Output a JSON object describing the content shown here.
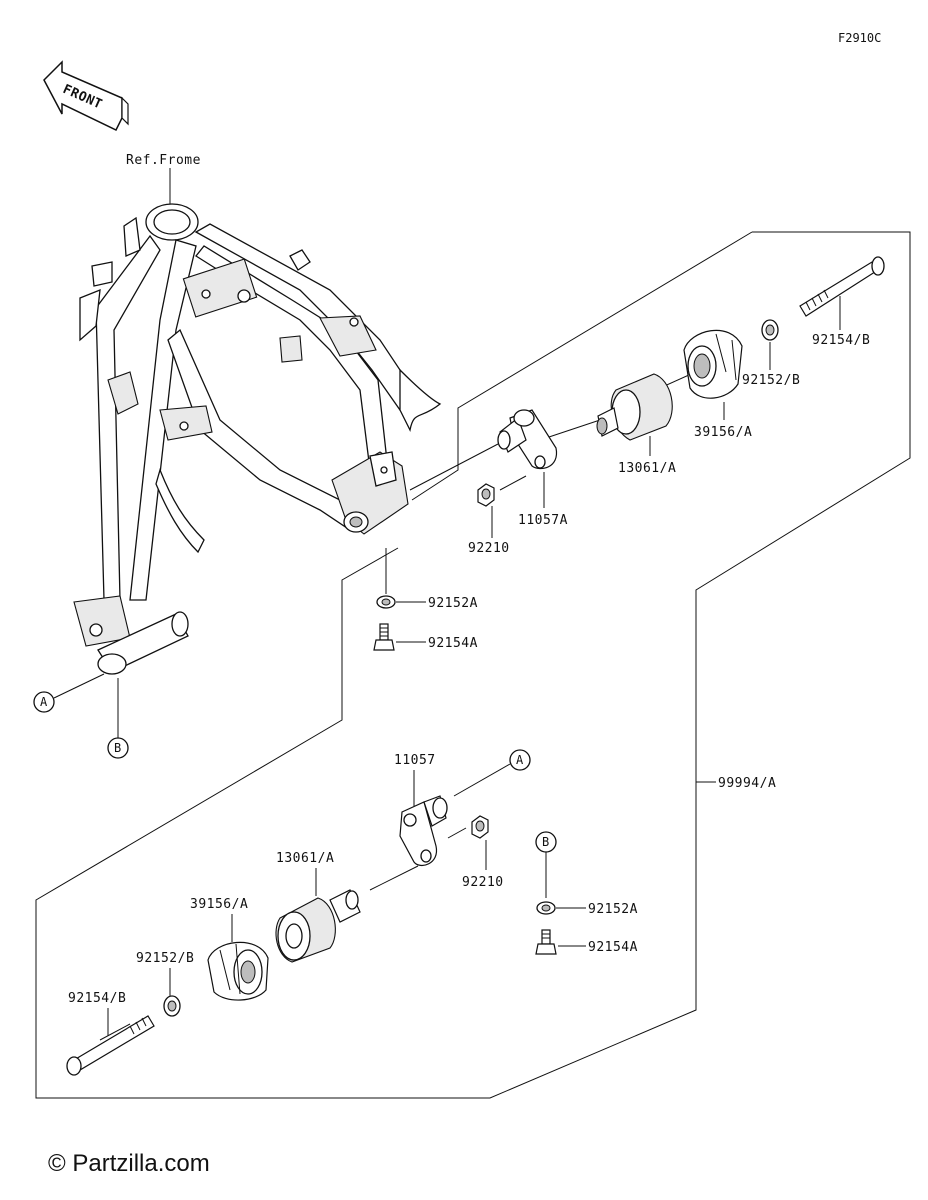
{
  "figure_code": "F2910C",
  "front_label": "FRONT",
  "ref_frame_label": "Ref.Frome",
  "callouts": {
    "A": "A",
    "B": "B"
  },
  "parts_upper": {
    "p92154B": "92154/B",
    "p92152B": "92152/B",
    "p39156A": "39156/A",
    "p13061A": "13061/A",
    "p11057A": "11057A",
    "p92210": "92210",
    "p92152A": "92152A",
    "p92154A": "92154A"
  },
  "assembly_label": "99994/A",
  "parts_lower": {
    "p11057": "11057",
    "p92210": "92210",
    "p13061A": "13061/A",
    "p39156A": "39156/A",
    "p92152B": "92152/B",
    "p92154B": "92154/B",
    "p92152A": "92152A",
    "p92154A": "92154A"
  },
  "watermark": "© Partzilla.com"
}
